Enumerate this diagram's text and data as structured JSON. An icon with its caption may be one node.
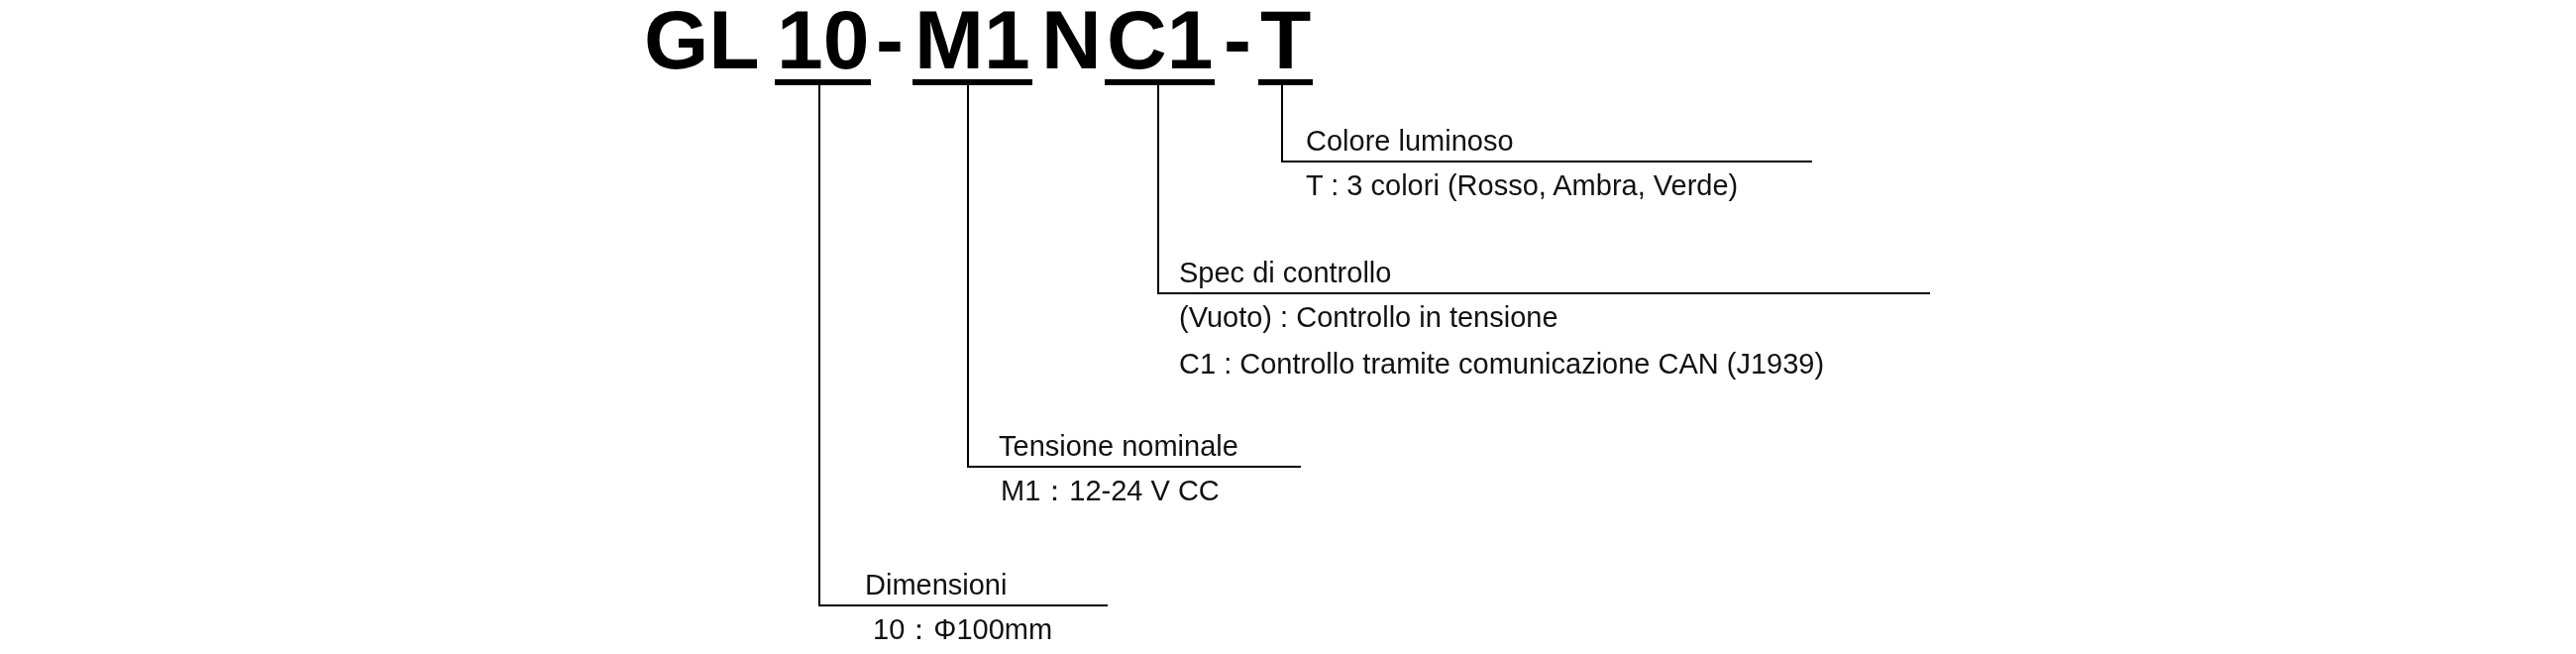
{
  "diagram": {
    "nodes": [
      {
        "text": [
          "10"
        ]
      },
      {
        "text": [
          "M1"
        ]
      },
      {
        "text": [
          "C1"
        ]
      },
      {
        "text": [
          "T"
        ]
      },
      {
        "text": [
          "Colore luminoso",
          "T : 3 colori (Rosso, Ambra, Verde)"
        ]
      },
      {
        "text": [
          "Spec di controllo",
          "(Vuoto) : Controllo in tensione",
          "C1 : Controllo tramite comunicazione CAN (J1939)"
        ]
      },
      {
        "text": [
          "Tensione nominale",
          "M1：12-24 V CC"
        ]
      },
      {
        "text": [
          "Dimensioni",
          "10：Φ100mm"
        ]
      }
    ],
    "edges": [
      {
        "from": 3,
        "to": 4,
        "arrow": "none"
      },
      {
        "from": 2,
        "to": 5,
        "arrow": "none"
      },
      {
        "from": 1,
        "to": 6,
        "arrow": "none"
      },
      {
        "from": 0,
        "to": 7,
        "arrow": "none"
      }
    ],
    "labels": [
      "GL",
      "-",
      "N",
      "-"
    ]
  }
}
